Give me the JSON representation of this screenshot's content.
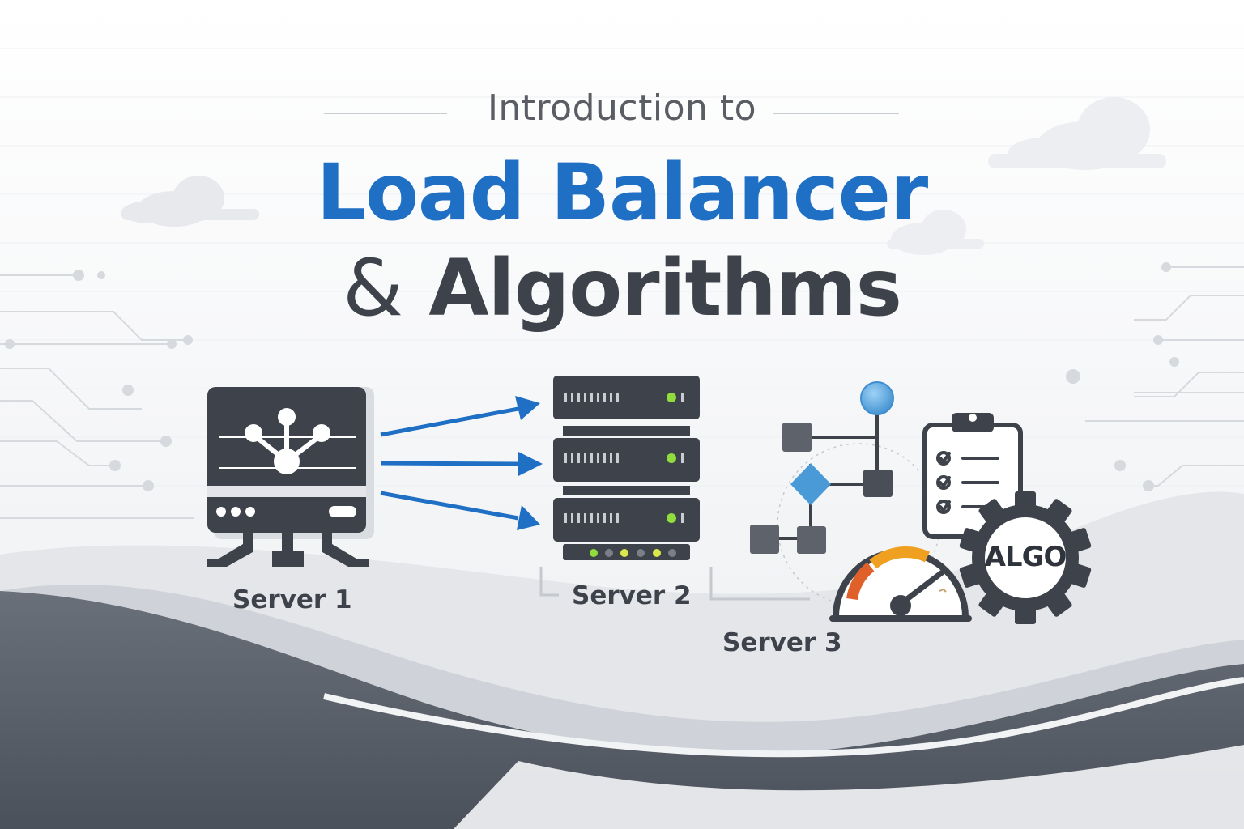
{
  "title": {
    "intro": "Introduction to",
    "main": "Load Balancer",
    "sub_ampersand": "&",
    "sub_rest": "Algorithms"
  },
  "servers": [
    {
      "label": "Server 1"
    },
    {
      "label": "Server 2"
    },
    {
      "label": "Server 3"
    }
  ],
  "gear_label": "ALGO",
  "colors": {
    "accent_blue": "#1f6fc4",
    "dark": "#3e434b",
    "gauge_orange": "#f0a020",
    "gauge_red": "#e0602a",
    "led_green": "#8fdc3c",
    "node_blue": "#4a9ad8"
  }
}
